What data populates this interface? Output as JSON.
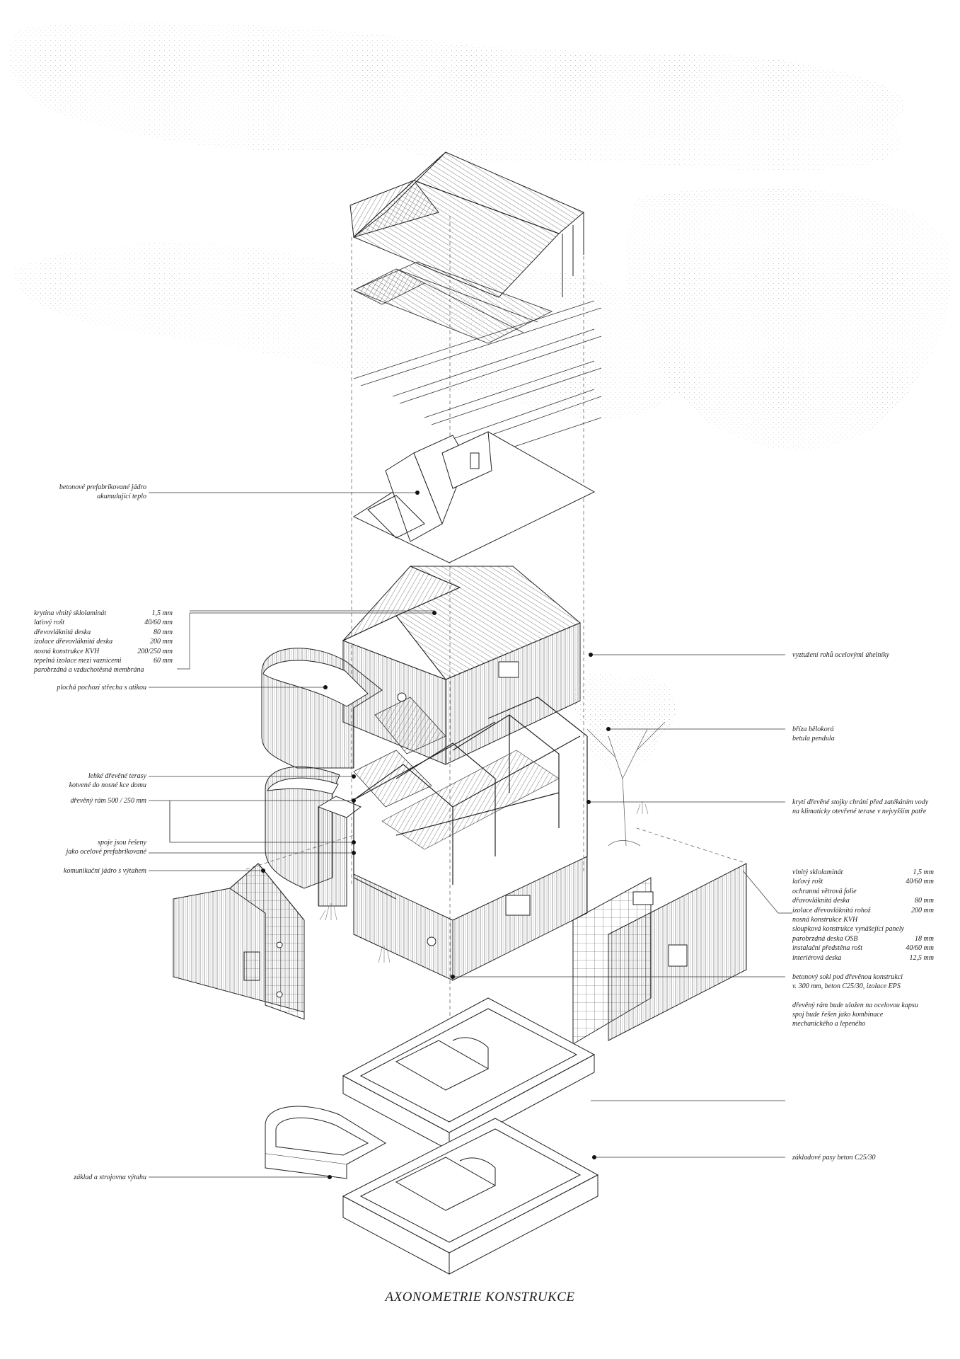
{
  "title": "AXONOMETRIE KONSTRUKCE",
  "labels_left": {
    "core": [
      "betonové prefabrikované jádro",
      "akumulující teplo"
    ],
    "flat_roof": "plochá pochozí střecha s atikou",
    "terraces": [
      "lehké dřevěné terasy",
      "kotvené do nosné kce domu"
    ],
    "frame": "dřevěný rám 500 / 250 mm",
    "joints": [
      "spoje jsou řešeny",
      "jako ocelové prefabrikované"
    ],
    "lift_core": "komunikační jádro s výtahem",
    "lift_base": "základ a strojovna výtahu"
  },
  "roof_spec": [
    {
      "name": "krytina vlnitý sklolaminát",
      "value": "1,5 mm"
    },
    {
      "name": "laťový rošt",
      "value": "40/60 mm"
    },
    {
      "name": "dřevovláknitá deska",
      "value": "80 mm"
    },
    {
      "name": "izolace dřevovláknitá deska",
      "value": "200 mm"
    },
    {
      "name": "nosná konstrukce KVH",
      "value": "200/250 mm"
    },
    {
      "name": "tepelná izolace mezi vaznicemi",
      "value": "60 mm"
    },
    {
      "name": "parobrzdná a vzduchotěsná membrána",
      "value": ""
    }
  ],
  "labels_right": {
    "corners": "vyztužení rohů ocelovými úhelníky",
    "tree": [
      "bříza bělokorá",
      "betula pendula"
    ],
    "posts": [
      "krytí dřevěné stojky chrání před zatékáním vody",
      "na klimaticky otevřené terase v nejvyšším patře"
    ],
    "plinth": [
      "betonový sokl pod dřevěnou konstrukci",
      "v. 300 mm, beton C25/30, izolace EPS"
    ],
    "frame_pocket": [
      "dřevěný rám bude uložen na ocelovou kapsu",
      "spoj bude řešen jako kombinace",
      "mechanického a lepeného"
    ],
    "foundation": "základové pasy beton C25/30"
  },
  "wall_spec": [
    {
      "name": "vlnitý sklolaminát",
      "value": "1,5 mm"
    },
    {
      "name": "laťový rošt",
      "value": "40/60 mm"
    },
    {
      "name": "ochranná větrová folie",
      "value": ""
    },
    {
      "name": "dřavovláknitá deska",
      "value": "80 mm"
    },
    {
      "name": "izolace dřevovláknitá rohož",
      "value": "200 mm"
    },
    {
      "name": "nosná konstrukce KVH",
      "value": ""
    },
    {
      "name": "sloupková konstrukce vynášející panely",
      "value": ""
    },
    {
      "name": "parobrzdná deska OSB",
      "value": "18 mm"
    },
    {
      "name": "instalační předstěna rošt",
      "value": "40/60 mm"
    },
    {
      "name": "interiérová deska",
      "value": "12,5 mm"
    }
  ]
}
